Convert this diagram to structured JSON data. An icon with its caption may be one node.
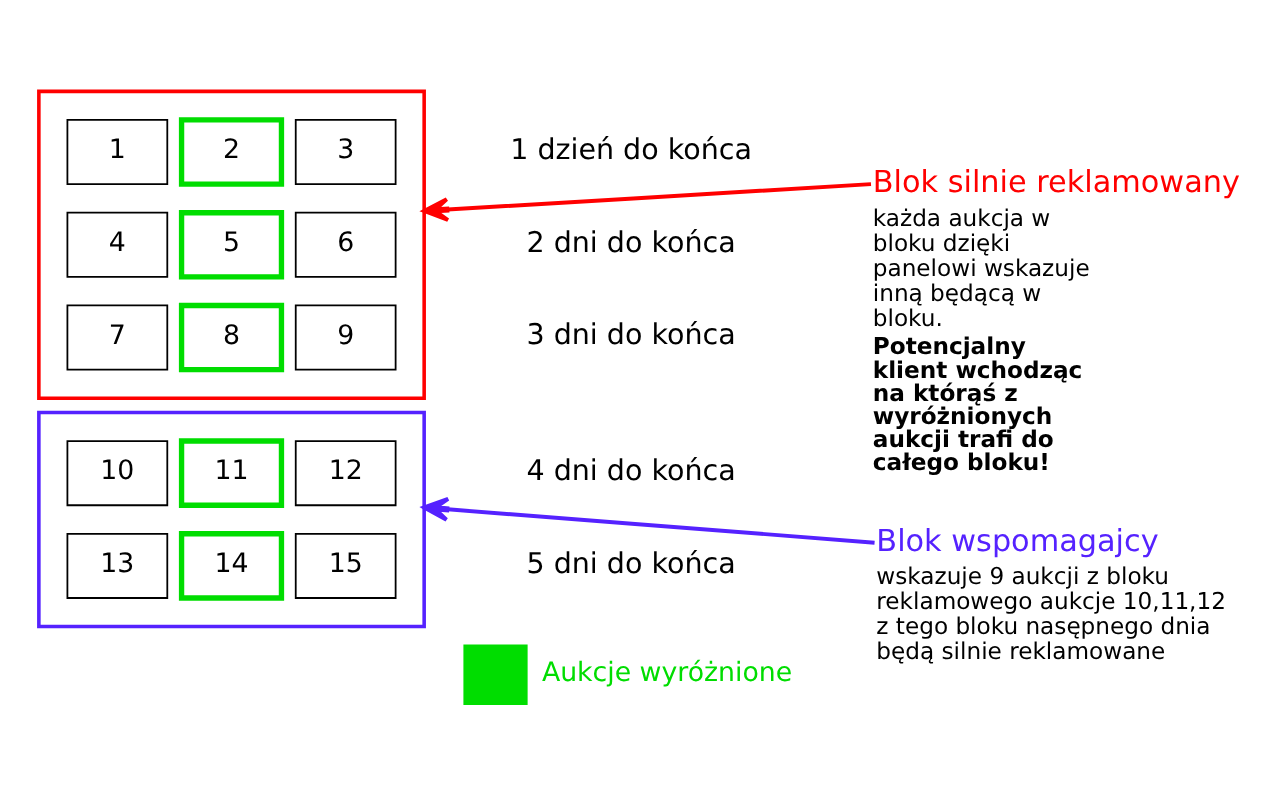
{
  "diagram": {
    "nodes": [
      {
        "text": [],
        "shape": "box"
      },
      {
        "text": [
          "1"
        ],
        "in": 0
      },
      {
        "text": [
          "2"
        ],
        "in": 0
      },
      {
        "text": [
          "3"
        ],
        "in": 0
      },
      {
        "text": [
          "4"
        ],
        "in": 0
      },
      {
        "text": [
          "5"
        ],
        "in": 0
      },
      {
        "text": [
          "6"
        ],
        "in": 0
      },
      {
        "text": [
          "7"
        ],
        "in": 0
      },
      {
        "text": [
          "8"
        ],
        "in": 0
      },
      {
        "text": [
          "9"
        ],
        "in": 0
      },
      {
        "text": [],
        "shape": "box"
      },
      {
        "text": [
          "10"
        ],
        "in": 10
      },
      {
        "text": [
          "11"
        ],
        "in": 10
      },
      {
        "text": [
          "12"
        ],
        "in": 10
      },
      {
        "text": [
          "13"
        ],
        "in": 10
      },
      {
        "text": [
          "14"
        ],
        "in": 10
      },
      {
        "text": [
          "15"
        ],
        "in": 10
      },
      {
        "text": [
          "Blok silnie reklamowany",
          "każda aukcja w bloku dzięki panelowi wskazuje inną będącą w bloku.",
          "Potencjalny klient wchodząc na którąś z wyróżnionych aukcji trafi do całego bloku!"
        ]
      },
      {
        "text": [
          "Blok wspomagajcy",
          "wskazuje 9 aukcji z bloku reklamowego aukcje 10,11,12 z tego bloku nasępnego dnia będą silnie reklamowane"
        ]
      }
    ],
    "edges": [
      {
        "from": 17,
        "to": 0,
        "arrow": "to",
        "color": "#ff0000"
      },
      {
        "from": 18,
        "to": 10,
        "arrow": "to",
        "color": "#5522ff"
      }
    ],
    "labels": [
      "1 dzień do końca",
      "2 dni do końca",
      "3 dni do końca",
      "4 dni do końca",
      "5 dni do końca"
    ],
    "legend": [
      {
        "text": "Aukcje wyróżnione",
        "color": "#00dd00"
      }
    ]
  }
}
